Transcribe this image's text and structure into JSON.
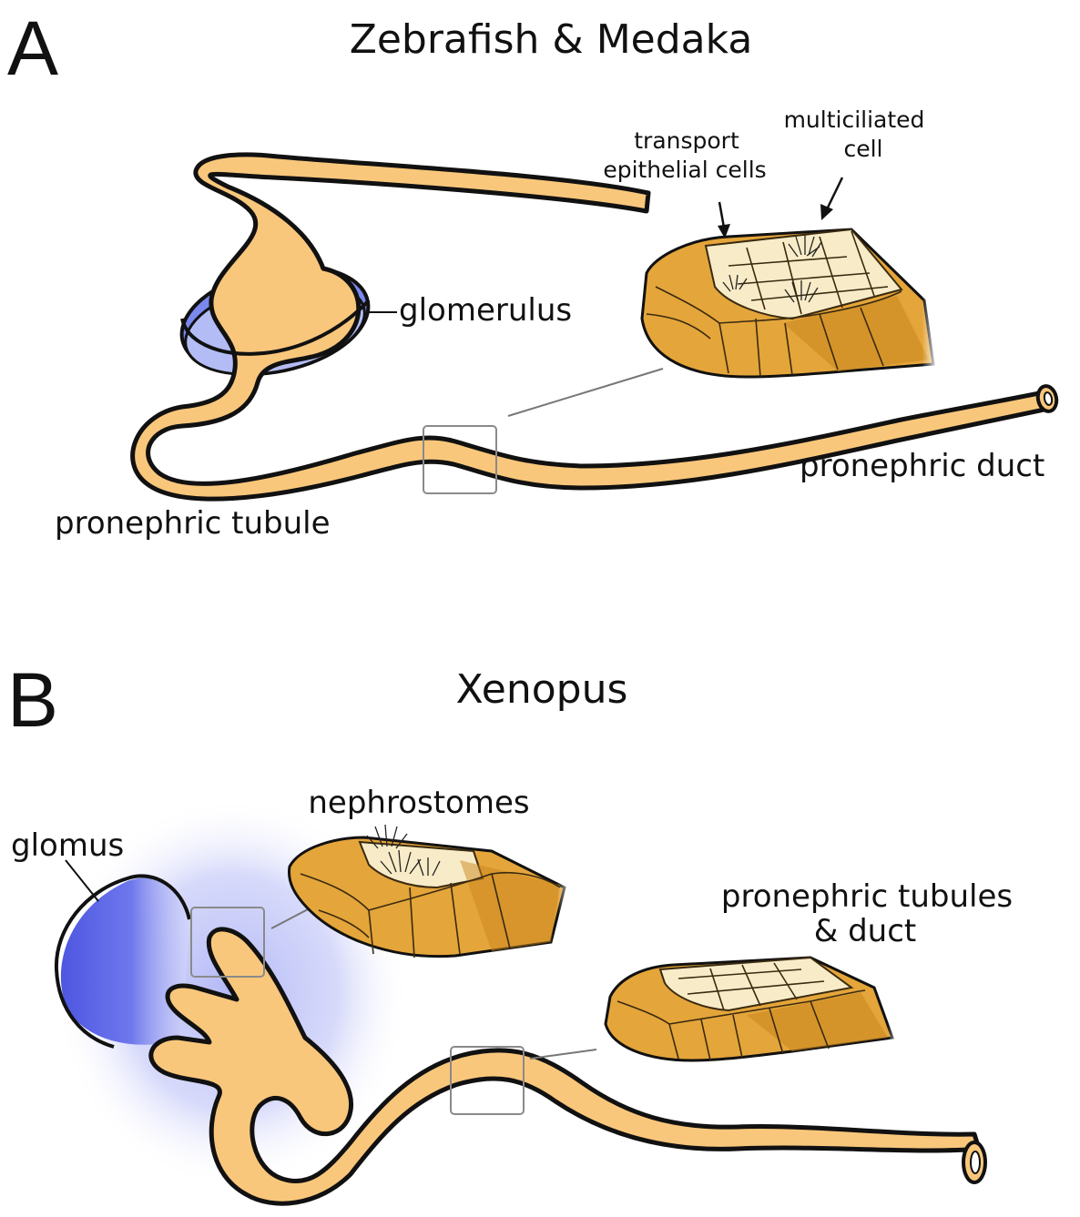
{
  "panel_a": {
    "letter": "A",
    "title": "Zebrafish & Medaka",
    "labels": {
      "glomerulus": "glomerulus",
      "pronephric_tubule": "pronephric tubule",
      "pronephric_duct": "pronephric duct",
      "transport_line1": "transport",
      "transport_line2": "epithelial cells",
      "multiciliated_line1": "multiciliated",
      "multiciliated_line2": "cell"
    }
  },
  "panel_b": {
    "letter": "B",
    "title": "Xenopus",
    "labels": {
      "glomus": "glomus",
      "nephrostomes": "nephrostomes",
      "tubules_line1": "pronephric tubules",
      "tubules_line2": "& duct"
    }
  },
  "colors": {
    "tubule": "#f9c77b",
    "epithelium_dark": "#e0a030",
    "epithelium_light": "#f8ecc8",
    "glomerulus": "#7b88ee",
    "glomus": "#5e66e8",
    "outline": "#111111"
  }
}
